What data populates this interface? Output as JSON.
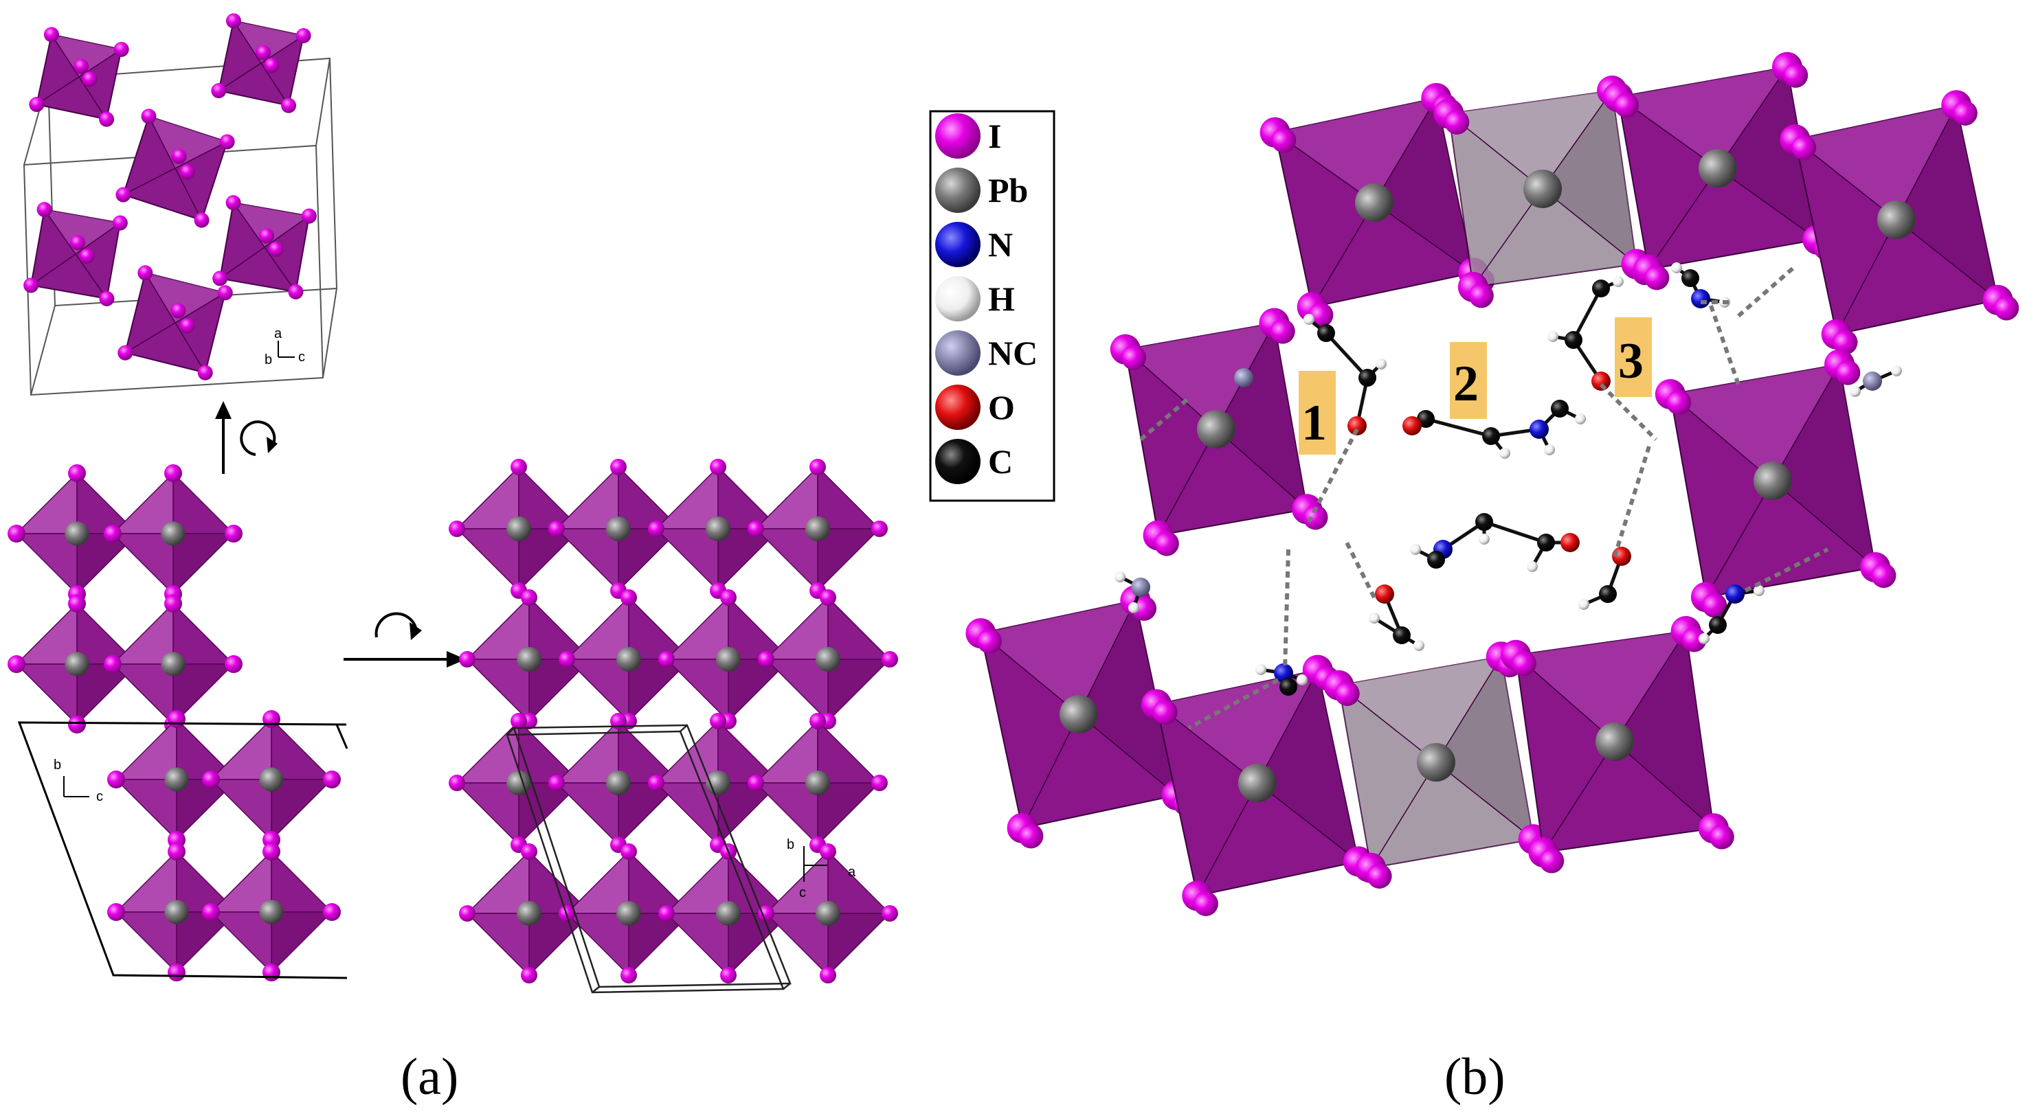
{
  "captions": {
    "a": "(a)",
    "b": "(b)"
  },
  "legend": [
    {
      "symbol": "I",
      "color": "#e600e6"
    },
    {
      "symbol": "Pb",
      "color": "#7a7a7a"
    },
    {
      "symbol": "N",
      "color": "#1515d8"
    },
    {
      "symbol": "H",
      "color": "#f2f2f2"
    },
    {
      "symbol": "NC",
      "color": "#8a8ab0"
    },
    {
      "symbol": "O",
      "color": "#e01010"
    },
    {
      "symbol": "C",
      "color": "#111111"
    }
  ],
  "molecule_tags": [
    "1",
    "2",
    "3"
  ],
  "axes": {
    "top": {
      "vertical": "a",
      "origin": "b",
      "horizontal": "c"
    },
    "left": {
      "vertical": "b",
      "horizontal": "c"
    },
    "right": {
      "vertical": "b",
      "horizontal": "a",
      "bottom": "c"
    }
  },
  "colors": {
    "octahedron": "#8b1a8b",
    "octahedron_light": "#b04ab0",
    "iodine": "#e600e6",
    "lead": "#7a7a7a",
    "tag_bg": "#f5c76a",
    "gray_octahedron": "#8e7a8e"
  }
}
